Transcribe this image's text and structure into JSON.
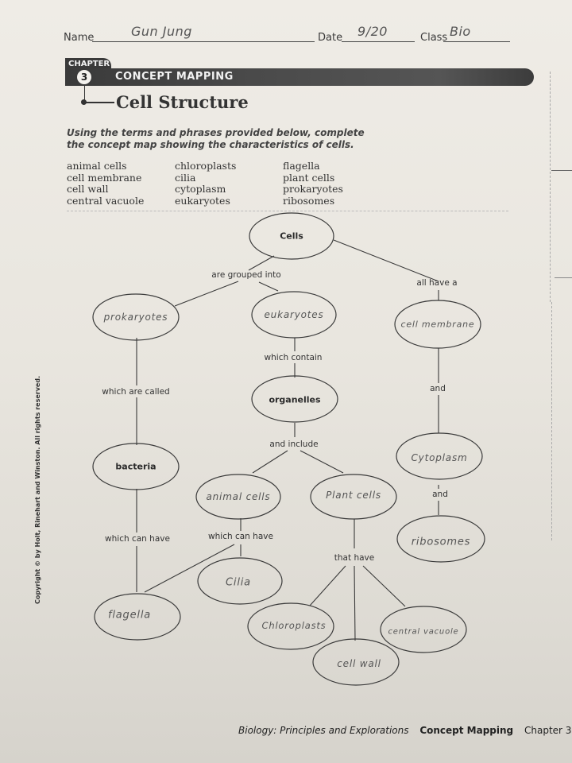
{
  "header": {
    "name_label": "Name",
    "name_value": "Gun Jung",
    "date_label": "Date",
    "date_value": "9/20",
    "class_label": "Class",
    "class_value": "Bio"
  },
  "banner": {
    "chapter_label": "CHAPTER",
    "chapter_number": "3",
    "section": "CONCEPT MAPPING",
    "title": "Cell Structure"
  },
  "instructions": "Using the terms and phrases provided below, complete the concept map showing the characteristics of cells.",
  "terms": {
    "col1": [
      "animal cells",
      "cell membrane",
      "cell wall",
      "central vacuole"
    ],
    "col2": [
      "chloroplasts",
      "cilia",
      "cytoplasm",
      "eukaryotes"
    ],
    "col3": [
      "flagella",
      "plant cells",
      "prokaryotes",
      "ribosomes"
    ]
  },
  "concept_map": {
    "nodes": {
      "cells": {
        "text": "Cells",
        "type": "printed"
      },
      "prokaryotes": {
        "text": "prokaryotes",
        "type": "handwritten"
      },
      "eukaryotes": {
        "text": "eukaryotes",
        "type": "handwritten"
      },
      "cell_membrane": {
        "text": "cell membrane",
        "type": "handwritten"
      },
      "organelles": {
        "text": "organelles",
        "type": "printed"
      },
      "bacteria": {
        "text": "bacteria",
        "type": "printed"
      },
      "cytoplasm": {
        "text": "Cytoplasm",
        "type": "handwritten"
      },
      "animal_cells": {
        "text": "animal cells",
        "type": "handwritten"
      },
      "plant_cells": {
        "text": "Plant cells",
        "type": "handwritten"
      },
      "ribosomes": {
        "text": "ribosomes",
        "type": "handwritten"
      },
      "cilia": {
        "text": "Cilia",
        "type": "handwritten"
      },
      "flagella": {
        "text": "flagella",
        "type": "handwritten"
      },
      "chloroplasts": {
        "text": "Chloroplasts",
        "type": "handwritten"
      },
      "central_vacuole": {
        "text": "central vacuole",
        "type": "handwritten"
      },
      "cell_wall": {
        "text": "cell wall",
        "type": "handwritten"
      }
    },
    "links": {
      "are_grouped_into": "are grouped into",
      "all_have_a": "all have a",
      "which_contain": "which contain",
      "which_are_called": "which are called",
      "and_1": "and",
      "and_include": "and include",
      "and_2": "and",
      "which_can_have_1": "which can have",
      "which_can_have_2": "which can have",
      "that_have": "that have"
    }
  },
  "footer": {
    "book": "Biology: Principles and Explorations",
    "section": "Concept Mapping",
    "chapter": "Chapter 3",
    "page": "3"
  },
  "copyright": "Copyright © by Holt, Rinehart and Winston. All rights reserved."
}
